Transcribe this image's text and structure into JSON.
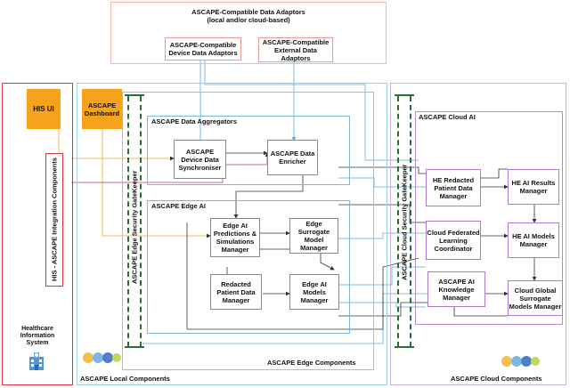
{
  "adaptors": {
    "title_line1": "ASCAPE-Compatible Data Adaptors",
    "title_line2": "(local and/or cloud-based)",
    "device": "ASCAPE-Compatible Device Data Adaptors",
    "external": "ASCAPE-Compatible External Data Adaptors"
  },
  "his": {
    "ui": "HIS UI",
    "integration": "HIS - ASCAPE Integration Components",
    "system": "Healthcare Information System"
  },
  "local": {
    "dashboard": "ASCAPE Dashboard",
    "edge_gatekeeper": "ASCAPE Edge Security GateKeeper",
    "label": "ASCAPE Local Components"
  },
  "edge": {
    "aggregators_title": "ASCAPE Data Aggregators",
    "device_sync": "ASCAPE Device Data Synchroniser",
    "enricher": "ASCAPE Data Enricher",
    "edge_ai_title": "ASCAPE Edge AI",
    "predictions": "Edge AI Predictions & Simulations Manager",
    "surrogate": "Edge Surrogate Model Manager",
    "redacted": "Redacted Patient Data Manager",
    "models": "Edge AI Models Manager",
    "label": "ASCAPE Edge Components"
  },
  "cloud": {
    "ai_title": "ASCAPE Cloud AI",
    "gatekeeper": "ASCAPE Cloud Security GateKeeper",
    "he_redacted": "HE Redacted Patient Data Manager",
    "he_results": "HE AI Results Manager",
    "federated": "Cloud Federated Learning Coordinator",
    "he_models": "HE AI Models Manager",
    "knowledge": "ASCAPE AI Knowledge Manager",
    "surrogate": "Cloud Global Surrogate Models Manager",
    "label": "ASCAPE Cloud Components"
  },
  "colors": {
    "his_red": "#d9363e",
    "orange": "#f6a31b",
    "adaptor_border": "#f5b8a8",
    "cloud_border": "#c9b3dc",
    "edge_border": "#8fc6e0",
    "blue_line": "#5aa9dc",
    "green_dash": "#2f6b3e"
  }
}
